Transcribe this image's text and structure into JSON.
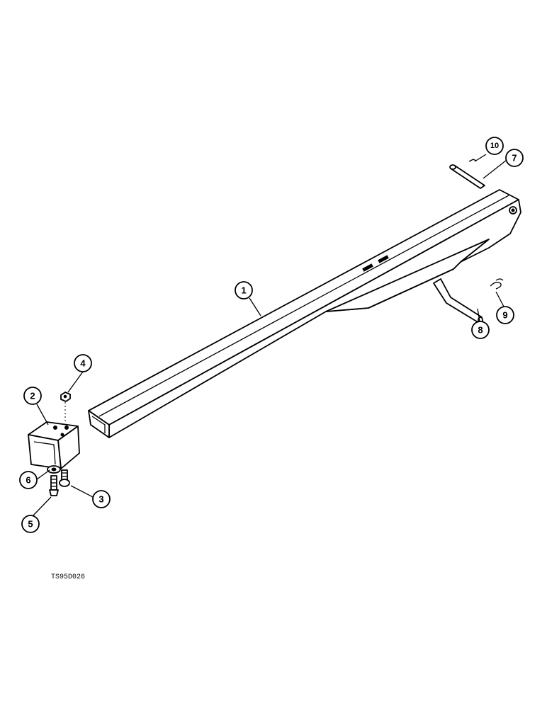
{
  "figure_code": "TS95D026",
  "callouts": [
    {
      "id": "1",
      "label": "1"
    },
    {
      "id": "2",
      "label": "2"
    },
    {
      "id": "3",
      "label": "3"
    },
    {
      "id": "4",
      "label": "4"
    },
    {
      "id": "5",
      "label": "5"
    },
    {
      "id": "6",
      "label": "6"
    },
    {
      "id": "7",
      "label": "7"
    },
    {
      "id": "8",
      "label": "8"
    },
    {
      "id": "9",
      "label": "9"
    },
    {
      "id": "10",
      "label": "10"
    }
  ]
}
